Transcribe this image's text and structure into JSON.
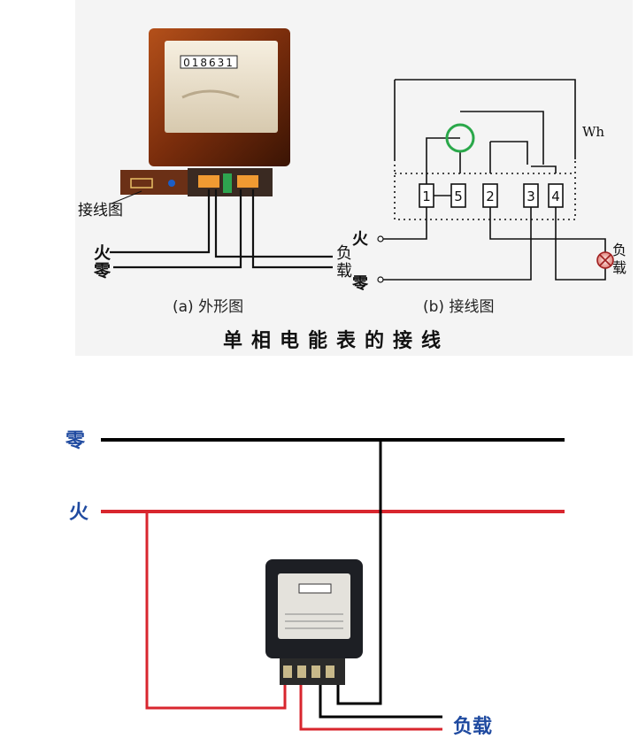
{
  "top": {
    "meter_reading": "018631",
    "left_labels": {
      "live": "火",
      "neutral": "零",
      "wiring_tag": "接线图"
    },
    "load_label_chars": [
      "负",
      "载"
    ],
    "caption_a": "(a) 外形图",
    "caption_b": "(b) 接线图",
    "title": "单相电能表的接线",
    "wh_label": "Wh",
    "terminals": [
      "1",
      "5",
      "2",
      "3",
      "4"
    ],
    "right_live": "火",
    "right_neutral": "零",
    "lamp_label_chars": [
      "负",
      "载"
    ]
  },
  "bottom": {
    "neutral_label": "零",
    "live_label": "火",
    "load_label": "负载",
    "colors": {
      "neutral_wire": "#000000",
      "live_wire": "#d8262e",
      "label_blue": "#1f4aa0"
    }
  }
}
